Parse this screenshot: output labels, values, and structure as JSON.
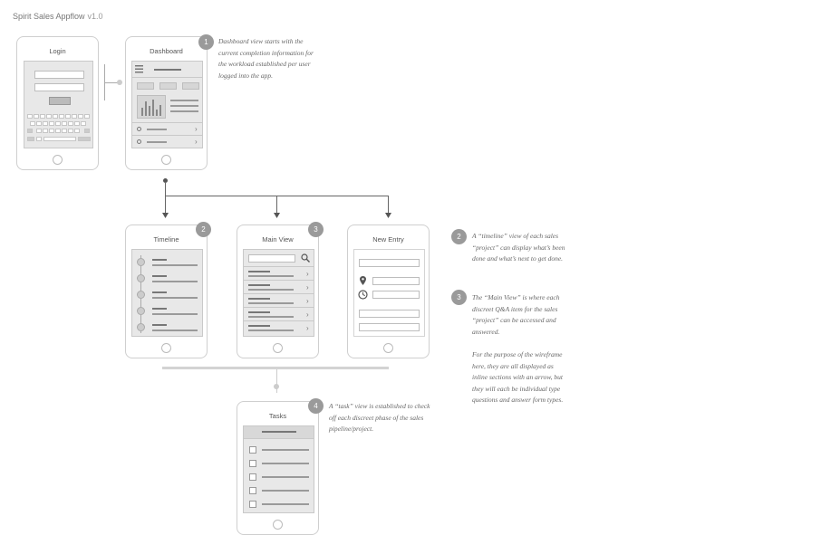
{
  "doc": {
    "title": "Spirit Sales Appflow",
    "version": "v1.0"
  },
  "screens": {
    "login": "Login",
    "dashboard": "Dashboard",
    "timeline": "Timeline",
    "main_view": "Main View",
    "new_entry": "New Entry",
    "tasks": "Tasks"
  },
  "badges": [
    "1",
    "2",
    "3",
    "3",
    "2",
    "4"
  ],
  "notes": {
    "n1": [
      "Dashboard view starts with the",
      "current completion information for",
      "the workload established per user",
      "logged into the app."
    ],
    "n2": [
      "A “timeline” view of each sales",
      "“project” can display what’s been",
      "done and what’s next to get done."
    ],
    "n3": [
      "The “Main View” is where each",
      "discreet Q&A item for the sales",
      "“project”  can be accessed and",
      "answered."
    ],
    "n3b": [
      "For the purpose of the wireframe",
      "here, they are all displayed as",
      "inline sections with an arrow, but",
      "they will each be individual type",
      "questions and answer form types."
    ],
    "n4": [
      "A “task” view is established to check",
      "off each discreet phase of the sales",
      "pipeline/project."
    ]
  },
  "icons": {
    "menu": "hamburger-icon",
    "search": "search-icon",
    "location": "location-pin-icon",
    "time": "clock-icon",
    "chevron": "chevron-right-icon",
    "checkbox": "checkbox-icon",
    "arrow": "arrow-down-icon"
  },
  "colors": {
    "line": "#aaaaaa",
    "badge": "#9a9a9a",
    "screen": "#e8e8e8",
    "frame": "#cfcfcf"
  }
}
